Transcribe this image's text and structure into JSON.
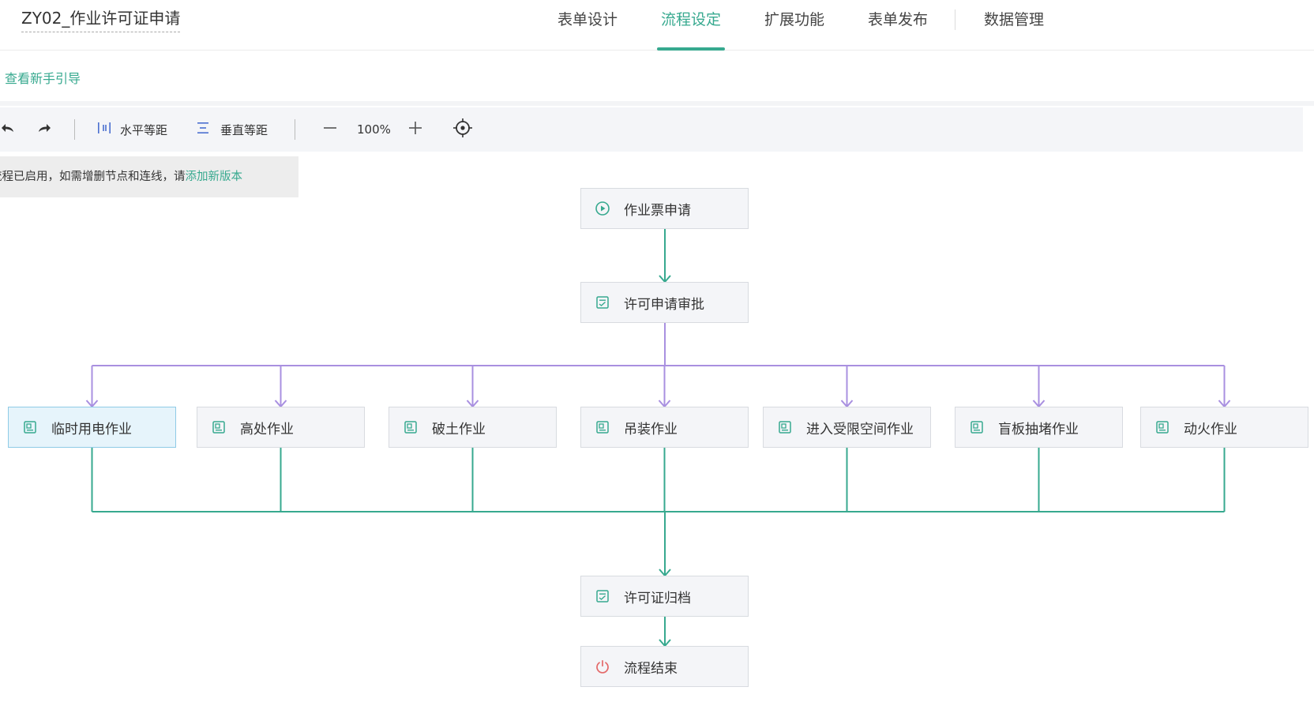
{
  "app": {
    "title": "ZY02_作业许可证申请"
  },
  "tabs": [
    {
      "label": "表单设计"
    },
    {
      "label": "流程设定"
    },
    {
      "label": "扩展功能"
    },
    {
      "label": "表单发布"
    },
    {
      "label": "数据管理"
    }
  ],
  "guide": {
    "label": "查看新手引导"
  },
  "toolbar": {
    "undo_icon": "undo-icon",
    "redo_icon": "redo-icon",
    "h_spacing": "水平等距",
    "v_spacing": "垂直等距",
    "zoom": "100%",
    "locate_icon": "crosshair-icon"
  },
  "notice": {
    "text": "流程已启用，如需增删节点和连线，请",
    "link": "添加新版本"
  },
  "flow": {
    "start": {
      "label": "作业票申请",
      "icon": "play-circle-icon"
    },
    "approve": {
      "label": "许可申请审批",
      "icon": "form-icon"
    },
    "branches": [
      {
        "label": "临时用电作业",
        "icon": "form-icon",
        "selected": true
      },
      {
        "label": "高处作业",
        "icon": "form-icon"
      },
      {
        "label": "破土作业",
        "icon": "form-icon"
      },
      {
        "label": "吊装作业",
        "icon": "form-icon"
      },
      {
        "label": "进入受限空间作业",
        "icon": "form-icon"
      },
      {
        "label": "盲板抽堵作业",
        "icon": "form-icon"
      },
      {
        "label": "动火作业",
        "icon": "form-icon"
      }
    ],
    "archive": {
      "label": "许可证归档",
      "icon": "form-icon"
    },
    "end": {
      "label": "流程结束",
      "icon": "power-icon"
    }
  },
  "colors": {
    "accent": "#37a98f",
    "branch_line": "#a990e0",
    "merge_line": "#37a98f",
    "end_icon": "#e46a6a"
  }
}
